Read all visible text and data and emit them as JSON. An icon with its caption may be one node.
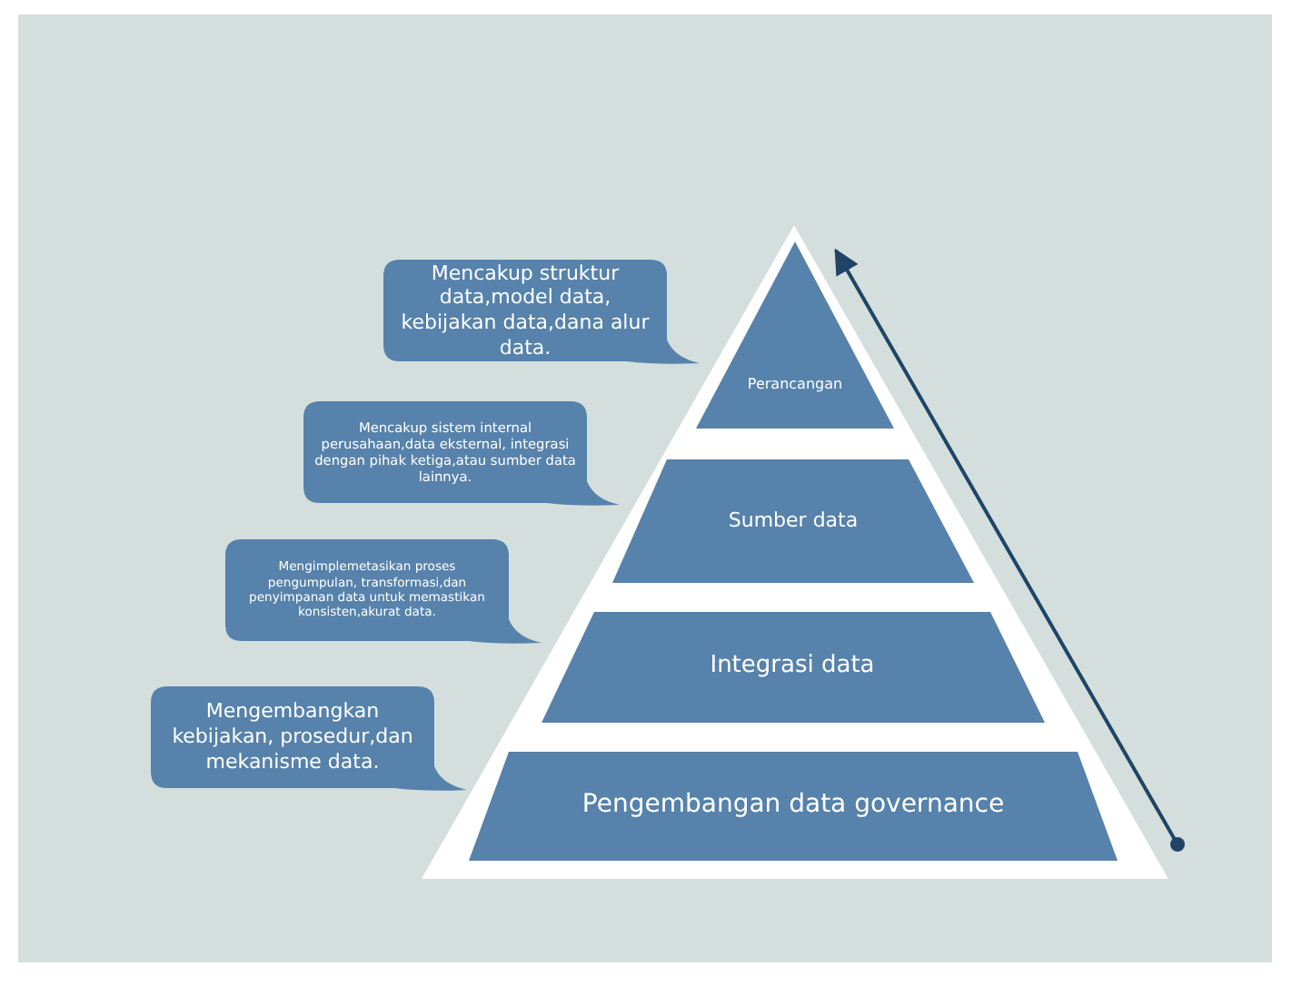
{
  "diagram": {
    "nodes": [
      {
        "text": [
          "Mencakup struktur data,model data, kebijakan data,dana alur data."
        ]
      },
      {
        "text": [
          "Perancangan"
        ]
      },
      {
        "text": [
          "Mencakup sistem internal perusahaan,data eksternal, integrasi dengan pihak ketiga,atau sumber data lainnya."
        ]
      },
      {
        "text": [
          "Sumber data"
        ]
      },
      {
        "text": [
          "Mengimplemetasikan proses pengumpulan, transformasi,dan penyimpanan data untuk memastikan konsisten,akurat data."
        ]
      },
      {
        "text": [
          "Integrasi data"
        ]
      },
      {
        "text": [
          "Mengembangkan kebijakan, prosedur,dan mekanisme data."
        ]
      },
      {
        "text": [
          "Pengembangan data governance"
        ]
      }
    ]
  }
}
